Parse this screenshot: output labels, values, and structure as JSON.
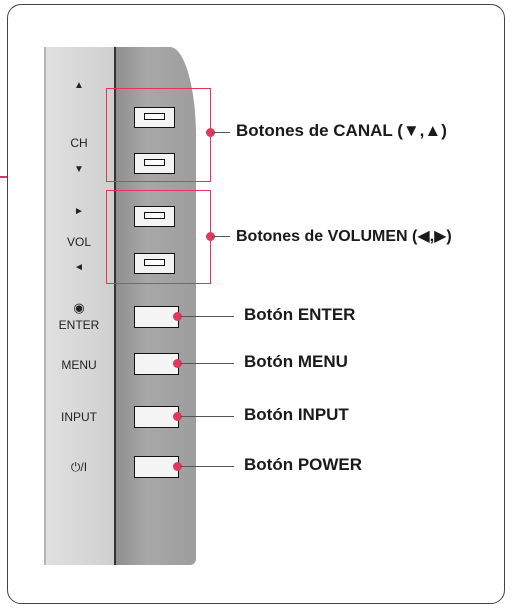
{
  "panel_labels": {
    "ch_up": "▲",
    "ch": "CH",
    "ch_down": "▼",
    "vol_right": "►",
    "vol": "VOL",
    "vol_left": "◄",
    "enter_icon": "◉",
    "enter": "ENTER",
    "menu": "MENU",
    "input": "INPUT",
    "power": "⏻/I"
  },
  "callouts": {
    "channel": "Botones de CANAL (▼,▲)",
    "volume": "Botones de VOLUMEN (◀,▶)",
    "enter": "Botón ENTER",
    "menu": "Botón MENU",
    "input": "Botón INPUT",
    "power": "Botón POWER"
  },
  "colors": {
    "accent": "#e3365d",
    "panel_face": "#d7d7d7",
    "panel_side": "#9a9a9a"
  }
}
